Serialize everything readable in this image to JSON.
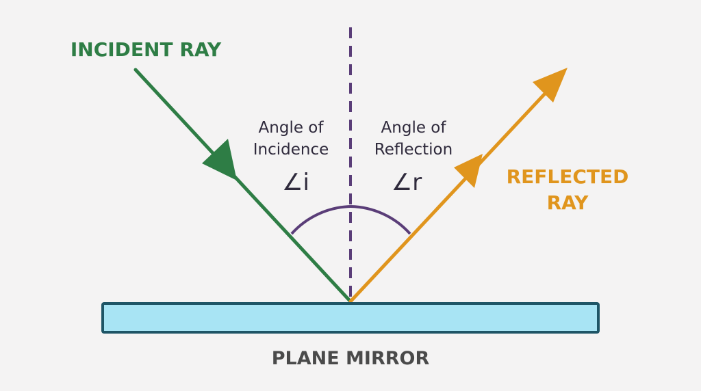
{
  "colors": {
    "background": "#f4f3f3",
    "incident": "#2e7d45",
    "reflected": "#e0951d",
    "normal": "#5a3d78",
    "label_dark": "#2f2a3c",
    "mirror_fill": "#a8e4f4",
    "mirror_stroke": "#1e5566",
    "mirror_label": "#4a4a4a"
  },
  "labels": {
    "incident_ray": "INCIDENT RAY",
    "reflected_ray_line1": "REFLECTED",
    "reflected_ray_line2": "RAY",
    "angle_incidence_line1": "Angle of",
    "angle_incidence_line2": "Incidence",
    "angle_incidence_symbol": "∠i",
    "angle_reflection_line1": "Angle of",
    "angle_reflection_line2": "Reflection",
    "angle_reflection_symbol": "∠r",
    "mirror": "PLANE MIRROR"
  },
  "icons": {
    "incident_arrowhead": "arrowhead-icon",
    "reflected_arrowhead": "arrowhead-icon"
  }
}
